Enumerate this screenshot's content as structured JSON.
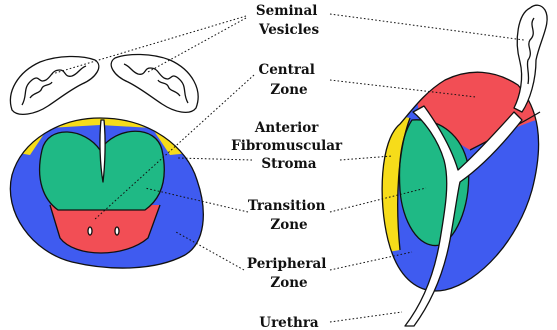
{
  "labels": {
    "seminal_vesicles": [
      "Seminal",
      "Vesicles"
    ],
    "central_zone": [
      "Central",
      "Zone"
    ],
    "anterior_fibromuscular_stroma": [
      "Anterior",
      "Fibromuscular",
      "Stroma"
    ],
    "transition_zone": [
      "Transition",
      "Zone"
    ],
    "peripheral_zone": [
      "Peripheral",
      "Zone"
    ],
    "urethra": [
      "Urethra"
    ]
  },
  "colors": {
    "peripheral_zone": "#3f5bf0",
    "transition_zone": "#1fb985",
    "central_zone": "#f24e55",
    "anterior_fibromuscular_stroma": "#f6dc1a",
    "outline": "#111111"
  }
}
